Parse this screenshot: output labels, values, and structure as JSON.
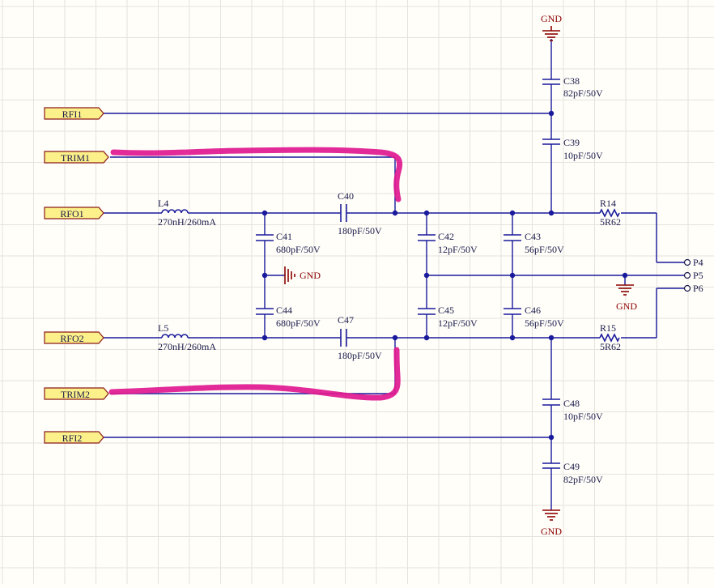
{
  "ports": [
    {
      "key": "RFI1",
      "text": "RFI1"
    },
    {
      "key": "TRIM1",
      "text": "TRIM1"
    },
    {
      "key": "RFO1",
      "text": "RFO1"
    },
    {
      "key": "RFO2",
      "text": "RFO2"
    },
    {
      "key": "TRIM2",
      "text": "TRIM2"
    },
    {
      "key": "RFI2",
      "text": "RFI2"
    }
  ],
  "components": {
    "C38": {
      "ref": "C38",
      "value": "82pF/50V"
    },
    "C39": {
      "ref": "C39",
      "value": "10pF/50V"
    },
    "L4": {
      "ref": "L4",
      "value": "270nH/260mA"
    },
    "C40": {
      "ref": "C40",
      "value": "180pF/50V"
    },
    "R14": {
      "ref": "R14",
      "value": "5R62"
    },
    "C41": {
      "ref": "C41",
      "value": "680pF/50V"
    },
    "C42": {
      "ref": "C42",
      "value": "12pF/50V"
    },
    "C43": {
      "ref": "C43",
      "value": "56pF/50V"
    },
    "C44": {
      "ref": "C44",
      "value": "680pF/50V"
    },
    "C45": {
      "ref": "C45",
      "value": "12pF/50V"
    },
    "C46": {
      "ref": "C46",
      "value": "56pF/50V"
    },
    "L5": {
      "ref": "L5",
      "value": "270nH/260mA"
    },
    "C47": {
      "ref": "C47",
      "value": "180pF/50V"
    },
    "R15": {
      "ref": "R15",
      "value": "5R62"
    },
    "C48": {
      "ref": "C48",
      "value": "10pF/50V"
    },
    "C49": {
      "ref": "C49",
      "value": "82pF/50V"
    }
  },
  "grounds": {
    "top": "GND",
    "mid": "GND",
    "right": "GND",
    "bottom": "GND"
  },
  "pins": [
    "P4",
    "P5",
    "P6"
  ],
  "colors": {
    "wire": "#1a1a9c",
    "ground": "#8b0000",
    "port_fill": "#fbf08a",
    "highlight": "#e0198f"
  }
}
